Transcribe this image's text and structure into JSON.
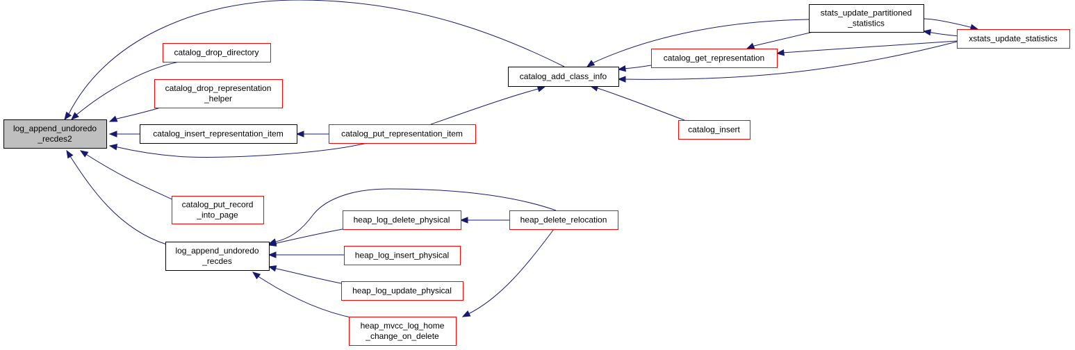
{
  "colors": {
    "edge": "#191970",
    "focus_fill": "#bfbfbf",
    "node_fill": "#ffffff",
    "border_black": "#000000",
    "border_red": "#ff0000"
  },
  "nodes": {
    "log_append_undoredo_recdes2": {
      "lines": [
        "log_append_undoredo",
        "_recdes2"
      ],
      "border": "black",
      "focus": true
    },
    "catalog_drop_directory": {
      "lines": [
        "catalog_drop_directory"
      ],
      "border": "red"
    },
    "catalog_drop_representation_helper": {
      "lines": [
        "catalog_drop_representation",
        "_helper"
      ],
      "border": "red"
    },
    "catalog_insert_representation_item": {
      "lines": [
        "catalog_insert_representation_item"
      ],
      "border": "black"
    },
    "catalog_put_representation_item": {
      "lines": [
        "catalog_put_representation_item"
      ],
      "border": "red"
    },
    "catalog_add_class_info": {
      "lines": [
        "catalog_add_class_info"
      ],
      "border": "black"
    },
    "catalog_get_representation": {
      "lines": [
        "catalog_get_representation"
      ],
      "border": "red"
    },
    "stats_update_partitioned_statistics": {
      "lines": [
        "stats_update_partitioned",
        "_statistics"
      ],
      "border": "black"
    },
    "xstats_update_statistics": {
      "lines": [
        "xstats_update_statistics"
      ],
      "border": "red"
    },
    "catalog_insert": {
      "lines": [
        "catalog_insert"
      ],
      "border": "red"
    },
    "catalog_put_record_into_page": {
      "lines": [
        "catalog_put_record",
        "_into_page"
      ],
      "border": "red"
    },
    "log_append_undoredo_recdes": {
      "lines": [
        "log_append_undoredo",
        "_recdes"
      ],
      "border": "black"
    },
    "heap_log_delete_physical": {
      "lines": [
        "heap_log_delete_physical"
      ],
      "border": "red"
    },
    "heap_delete_relocation": {
      "lines": [
        "heap_delete_relocation"
      ],
      "border": "red"
    },
    "heap_log_insert_physical": {
      "lines": [
        "heap_log_insert_physical"
      ],
      "border": "red"
    },
    "heap_log_update_physical": {
      "lines": [
        "heap_log_update_physical"
      ],
      "border": "red"
    },
    "heap_mvcc_log_home_change_on_delete": {
      "lines": [
        "heap_mvcc_log_home",
        "_change_on_delete"
      ],
      "border": "red"
    }
  },
  "edges": [
    {
      "from": "catalog_add_class_info",
      "to": "log_append_undoredo_recdes2"
    },
    {
      "from": "catalog_drop_directory",
      "to": "log_append_undoredo_recdes2"
    },
    {
      "from": "catalog_drop_representation_helper",
      "to": "log_append_undoredo_recdes2"
    },
    {
      "from": "catalog_insert_representation_item",
      "to": "log_append_undoredo_recdes2"
    },
    {
      "from": "catalog_put_representation_item",
      "to": "log_append_undoredo_recdes2"
    },
    {
      "from": "catalog_put_record_into_page",
      "to": "log_append_undoredo_recdes2"
    },
    {
      "from": "log_append_undoredo_recdes",
      "to": "log_append_undoredo_recdes2"
    },
    {
      "from": "catalog_put_representation_item",
      "to": "catalog_insert_representation_item"
    },
    {
      "from": "catalog_put_representation_item",
      "to": "catalog_add_class_info"
    },
    {
      "from": "stats_update_partitioned_statistics",
      "to": "catalog_add_class_info"
    },
    {
      "from": "catalog_get_representation",
      "to": "catalog_add_class_info"
    },
    {
      "from": "xstats_update_statistics",
      "to": "catalog_add_class_info"
    },
    {
      "from": "catalog_insert",
      "to": "catalog_add_class_info"
    },
    {
      "from": "stats_update_partitioned_statistics",
      "to": "catalog_get_representation"
    },
    {
      "from": "xstats_update_statistics",
      "to": "catalog_get_representation"
    },
    {
      "from": "stats_update_partitioned_statistics",
      "to": "xstats_update_statistics"
    },
    {
      "from": "xstats_update_statistics",
      "to": "stats_update_partitioned_statistics"
    },
    {
      "from": "heap_delete_relocation",
      "to": "log_append_undoredo_recdes"
    },
    {
      "from": "heap_log_delete_physical",
      "to": "log_append_undoredo_recdes"
    },
    {
      "from": "heap_log_insert_physical",
      "to": "log_append_undoredo_recdes"
    },
    {
      "from": "heap_log_update_physical",
      "to": "log_append_undoredo_recdes"
    },
    {
      "from": "heap_mvcc_log_home_change_on_delete",
      "to": "log_append_undoredo_recdes"
    },
    {
      "from": "heap_delete_relocation",
      "to": "heap_log_delete_physical"
    },
    {
      "from": "heap_delete_relocation",
      "to": "heap_mvcc_log_home_change_on_delete"
    }
  ]
}
